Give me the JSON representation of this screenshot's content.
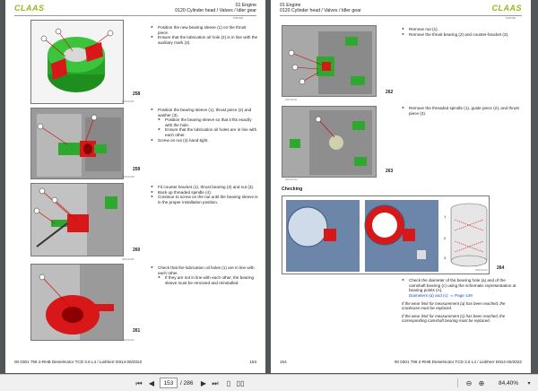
{
  "toolbar": {
    "current_page": "153",
    "total_pages": "/ 286",
    "zoom": "84,40%"
  },
  "left_page": {
    "logo": "CLAAS",
    "header_line1": "01 Engine",
    "header_line2": "0120 Cylinder head / Valves / Idler gear",
    "doc_id": "1000-000",
    "figures": [
      {
        "num": "258",
        "code": "2009-00-007"
      },
      {
        "num": "259",
        "code": "2009-00-008"
      },
      {
        "num": "260",
        "code": "2009-00-009"
      },
      {
        "num": "261",
        "code": "2009-00-010"
      }
    ],
    "steps": [
      [
        {
          "t": "Position the new bearing sleeve (1) on the thrust piece."
        },
        {
          "t": "Ensure that the lubrication oil hole (2) is in line with the auxiliary mark (3)."
        }
      ],
      [
        {
          "t": "Position the bearing sleeve (1), thrust piece (2) and washer (3)."
        },
        {
          "t": "Position the bearing sleeve so that it fits exactly with the hole.",
          "sub": true
        },
        {
          "t": "Ensure that the lubrication oil holes are in line with each other.",
          "sub": true
        },
        {
          "t": "Screw on nut (4) hand-tight."
        }
      ],
      [
        {
          "t": "Fit counter bracket (1), thrust bearing (2) and nut (3)."
        },
        {
          "t": "Back up threaded spindle (4)."
        },
        {
          "t": "Continue to screw on the nut until the bearing sleeve is in the proper installation position."
        }
      ],
      [
        {
          "t": "Check that the lubrication oil holes (1) are in line with each other."
        },
        {
          "t": "If they are not in line with each other, the bearing sleeve must be removed and reinstalled.",
          "sub": true
        }
      ]
    ],
    "footer_left": "00 0301 796 2-RHB Dieselmotor TCD 3.6 L4 / Liebherr D914-06/2022",
    "footer_right": "153"
  },
  "right_page": {
    "logo": "CLAAS",
    "header_line1": "01 Engine",
    "header_line2": "0120 Cylinder head / Valves / Idler gear",
    "doc_id": "1000-000",
    "figures": [
      {
        "num": "262",
        "code": "2009-00-011"
      },
      {
        "num": "263",
        "code": "2009-00-012"
      },
      {
        "num": "264",
        "code": "2009-00-013"
      }
    ],
    "steps": [
      [
        {
          "t": "Remove nut (1)."
        },
        {
          "t": "Remove the thrust bearing (2) and counter-bracket (3)."
        }
      ],
      [
        {
          "t": "Remove the threaded spindle (1), guide piece (2), and thrust piece (3)."
        }
      ],
      [
        {
          "t": "Check the diameter of the bearing hole (a) and of the camshaft bearing (c) using the schematic representation at bearing points (A)."
        },
        {
          "t": "Diameters (a) and (c): ⇨ Page 149"
        }
      ]
    ],
    "section_checking": "Checking",
    "note1": "If the wear limit for measurement (a) has been reached, the crankcase must be replaced.",
    "note2": "If the wear limit for measurement (c) has been reached, the corresponding camshaft bearing must be replaced.",
    "footer_left": "154",
    "footer_right": "00 0301 796 2-RHB Dieselmotor TCD 3.6 L4 / Liebherr D914-06/2022"
  }
}
